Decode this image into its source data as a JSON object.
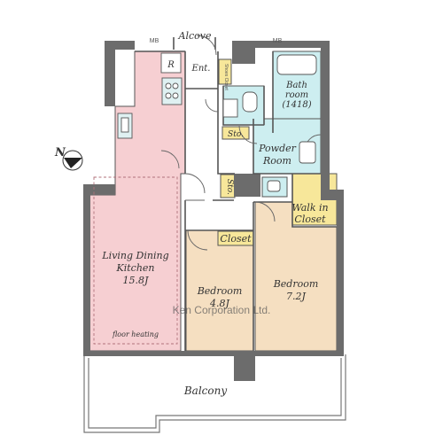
{
  "labels": {
    "alcove": "Alcove",
    "mb_left": "MB",
    "mb_right": "MB",
    "entrance": "Ent.",
    "shoes_closet": "Shoes Closet",
    "refrigerator": "R",
    "bathroom_line1": "Bath",
    "bathroom_line2": "room",
    "bathroom_line3": "(1418)",
    "storage_upper": "Sto.",
    "storage_lower": "Sto.",
    "powder_room_line1": "Powder",
    "powder_room_line2": "Room",
    "walk_in_closet_line1": "Walk in",
    "walk_in_closet_line2": "Closet",
    "closet": "Closet",
    "ldk_line1": "Living Dining",
    "ldk_line2": "Kitchen",
    "ldk_area": "15.8J",
    "floor_heating": "floor heating",
    "bedroom_small_line1": "Bedroom",
    "bedroom_small_area": "4.8J",
    "bedroom_large_line1": "Bedroom",
    "bedroom_large_area": "7.2J",
    "balcony": "Balcony",
    "watermark": "Ken Corporation Ltd.",
    "north": "N"
  },
  "colors": {
    "ldk": "#f6cfd2",
    "bedroom": "#f5dfc1",
    "wet_area": "#cdeef0",
    "storage": "#f7e79a",
    "wall": "#6c6c6c",
    "line": "#555555"
  }
}
